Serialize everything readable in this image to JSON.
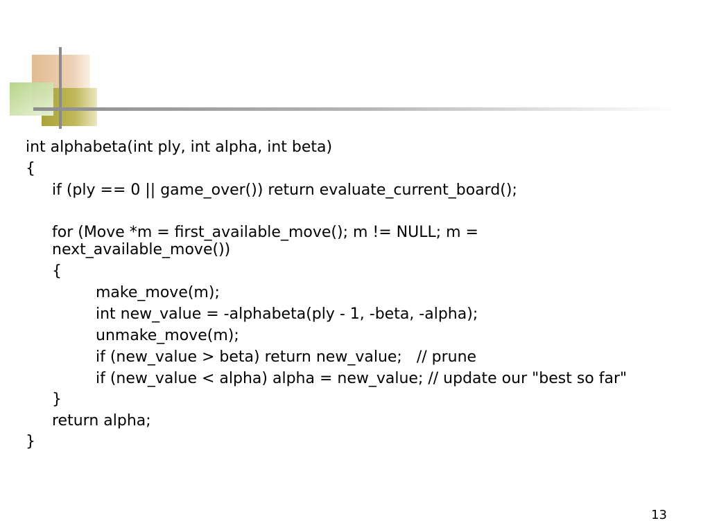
{
  "slide": {
    "code_lines": [
      "int alphabeta(int ply, int alpha, int beta)",
      "{",
      "if (ply == 0 || game_over()) return evaluate_current_board();",
      "for (Move *m = first_available_move(); m != NULL; m =",
      "next_available_move())",
      "{",
      "make_move(m);",
      "int new_value = -alphabeta(ply - 1, -beta, -alpha);",
      "unmake_move(m);",
      "if (new_value > beta) return new_value;   // prune",
      "if (new_value < alpha) alpha = new_value; // update our \"best so far\"",
      "}",
      "return alpha;",
      "}"
    ],
    "page_number": "13"
  }
}
